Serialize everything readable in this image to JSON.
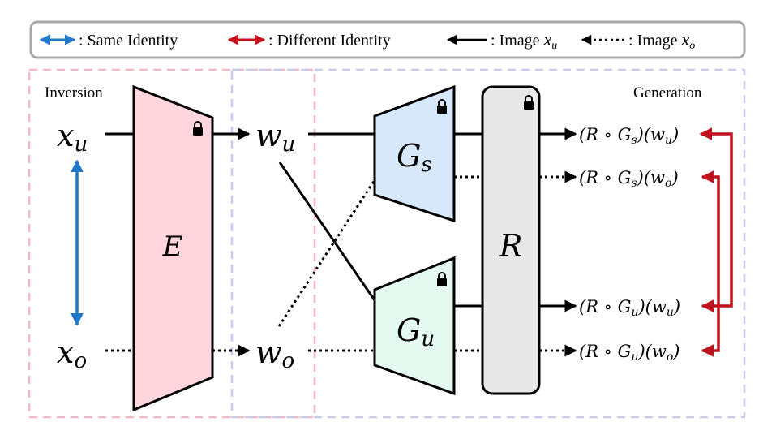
{
  "legend": {
    "same_identity": ": Same Identity",
    "different_identity": ": Different Identity",
    "image_xu": ": Image ",
    "image_xo": ": Image ",
    "xu_var": "x",
    "xu_sub": "u",
    "xo_var": "x",
    "xo_sub": "o"
  },
  "sections": {
    "inversion": "Inversion",
    "generation": "Generation"
  },
  "inputs": {
    "xu_var": "x",
    "xu_sub": "u",
    "xo_var": "x",
    "xo_sub": "o"
  },
  "latents": {
    "wu_var": "w",
    "wu_sub": "u",
    "wo_var": "w",
    "wo_sub": "o"
  },
  "modules": {
    "encoder": "E",
    "gs_var": "G",
    "gs_sub": "s",
    "gu_var": "G",
    "gu_sub": "u",
    "renderer": "R"
  },
  "outputs": [
    {
      "prefix": "(R ∘ G",
      "gsub": "s",
      "mid": ")(w",
      "wsub": "u",
      "suffix": ")"
    },
    {
      "prefix": "(R ∘ G",
      "gsub": "s",
      "mid": ")(w",
      "wsub": "o",
      "suffix": ")"
    },
    {
      "prefix": "(R ∘ G",
      "gsub": "u",
      "mid": ")(w",
      "wsub": "u",
      "suffix": ")"
    },
    {
      "prefix": "(R ∘ G",
      "gsub": "u",
      "mid": ")(w",
      "wsub": "o",
      "suffix": ")"
    }
  ],
  "colors": {
    "blue_arrow": "#1f78c8",
    "red_arrow": "#c0121c",
    "encoder_fill": "#ffd6de",
    "gs_fill": "#d6e8fa",
    "gu_fill": "#e4f9ef",
    "renderer_fill": "#e8e8e8",
    "inversion_border": "#f5b7c4",
    "generation_border": "#c9c9f2",
    "legend_border": "#a9a9a9"
  },
  "icons": [
    "lock-icon"
  ]
}
